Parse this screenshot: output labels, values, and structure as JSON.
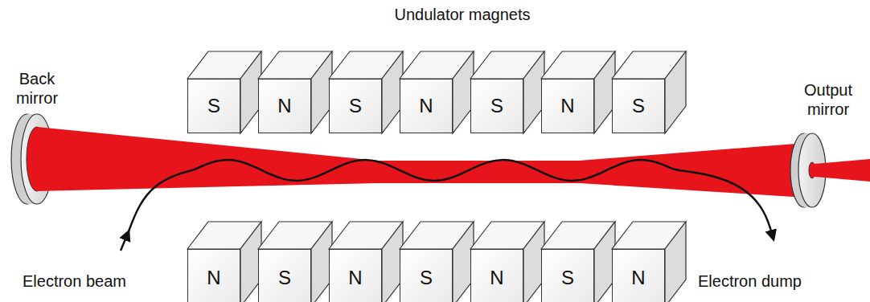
{
  "diagram": {
    "nodes": [
      {
        "text": [
          "S"
        ]
      },
      {
        "text": [
          "N"
        ]
      },
      {
        "text": [
          "S"
        ]
      },
      {
        "text": [
          "N"
        ]
      },
      {
        "text": [
          "S"
        ]
      },
      {
        "text": [
          "N"
        ]
      },
      {
        "text": [
          "S"
        ]
      },
      {
        "text": [
          "N"
        ]
      },
      {
        "text": [
          "S"
        ]
      },
      {
        "text": [
          "N"
        ]
      },
      {
        "text": [
          "S"
        ]
      },
      {
        "text": [
          "N"
        ]
      },
      {
        "text": [
          "S"
        ]
      },
      {
        "text": [
          "N"
        ]
      }
    ],
    "labels": [
      "Undulator magnets",
      "Back mirror",
      "Output mirror",
      "Electron beam",
      "Electron dump"
    ]
  }
}
